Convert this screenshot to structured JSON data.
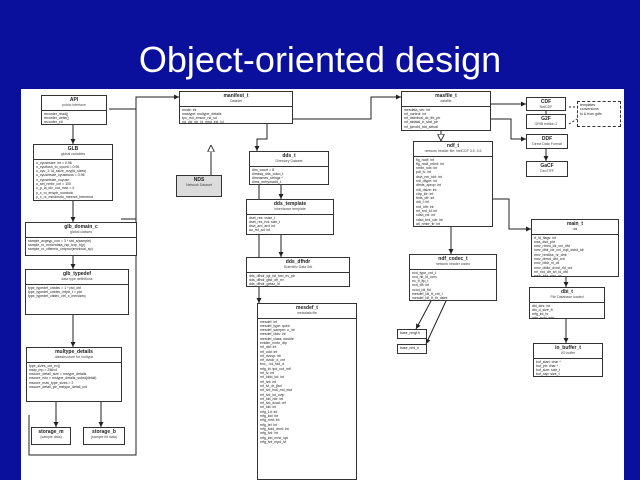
{
  "title": "Object-oriented design",
  "diagram": {
    "nodes": [
      {
        "id": "api",
        "name": "API",
        "sub": "public interface",
        "lines": [
          "recorder_read()",
          "recorder_write()",
          "recorder_ctl"
        ]
      },
      {
        "id": "glb",
        "name": "GLB",
        "sub": "global variables",
        "lines": [
          "u_cyusesize: int = 0.96",
          "u_cyuflush_to_cyuxtl = 0.96",
          "u_cyu_1: ld_ssize_cuy(ld_sizes)",
          "u_cyusetsize_cyusetuss = 0.96",
          "u_cyusetsize_cuyusn",
          "u_set_nmbr_cnt = 100",
          "u_p_la_idx_out_max = 4",
          "p_x_m_ensptr_nomsolo",
          "p_x_rx_mmdnsdu_meenot_bemenot",
          "ustx_mnsts_optsdd"
        ]
      },
      {
        "id": "glb_domain",
        "name": "glb_domain_c",
        "sub": "global classes",
        "lines": [
          "sample_avgsyp_con = 3 * std_s(sample)",
          "sample_rx_enrichdata_rsp_bop_b(p)",
          "sample_rx_ctlemrlx_cntprov(emrlocal_sp)"
        ]
      },
      {
        "id": "glb_typedef",
        "name": "glb_typedef",
        "sub": "data type definitions",
        "lines": [
          "type_typedef_cntdec = 1 * ptd_ctrl",
          "type_typedef_cntdec_intptr_t = ptd",
          "type_typedef_ctldec_ctrl_x_mmsizeq"
        ]
      },
      {
        "id": "multype",
        "name": "multype_details",
        "sub": "datastructure for multype",
        "lines": [
          "type_sizes_cnt_ev()",
          "mstp_mp = 256x4",
          "mscore_detail_size = mstype_details",
          "mscore_ndx = mstype_details_subst(detail)",
          "mscore_mas_type_sizes = 2",
          "mscore_detail_ptr_mstype_detail_cnt"
        ]
      },
      {
        "id": "storage1",
        "name": "storage_m",
        "sub": "(sample data)",
        "lines": []
      },
      {
        "id": "storage2",
        "name": "storage_b",
        "sub": "(sample bit data)",
        "lines": []
      },
      {
        "id": "manifest",
        "name": "manifest_t",
        "sub": "Dataset",
        "lines": [
          "mode: int",
          "mastype: multype_details",
          "tpo_rsd_emcur_rst_sd",
          "pd_vid_ptr_ld_mrst_ext_lvl"
        ]
      },
      {
        "id": "nds",
        "name": "NDS",
        "sub": "Network Dataset",
        "lines": []
      },
      {
        "id": "dds",
        "name": "dds_t",
        "sub": "Directory Dataset",
        "lines": [
          "dim_count = 8",
          "dimssq_dds_odoo_t",
          "dimnames_strings *",
          "dims_entrymadd_t",
          "sets_Flut_rtrd_d_rmd_sd_num_var_cnt"
        ]
      },
      {
        "id": "dds_template",
        "name": "dds_template",
        "sub": "inheritance template",
        "lines": [
          "dset_res: vsize_t",
          "dset_res_tvd: size_t",
          "dsvt_ard_ard: int",
          "ao_rsf_ad: int",
          "ao_vld_ard: int",
          "dsttem_dfdsm_sd_rwtd"
        ]
      },
      {
        "id": "dds_dfhdr",
        "name": "dds_dfhdr",
        "sub": "Scientific Data Set",
        "lines": [
          "dds_dfhdr_tgt_tst_fwd_ev_ptr",
          "dds_dfhdr_gtst_dfr_ev",
          "dds_dfhdr_getaz_ld"
        ]
      },
      {
        "id": "mesdef",
        "name": "mesdef_t",
        "sub": "metadata file",
        "lines": [
          "mesdef: int",
          "mesdef_type: quint",
          "mesdef_sampre: u_int",
          "mesdef_idds: int",
          "mesdef_class: double",
          "extdim_nmbr_dtp",
          "mf_dtd: int",
          "mf_odd: int",
          "mf_dvcsp: int",
          "mf_dvcdr_d_cnt",
          "fmc_: tol_tdd_d",
          "mfg_ld: tpd_rcd_mfl",
          "mf_lv: int",
          "mf_lddd_lot: int",
          "mf_lvd: int",
          "mf_lvl_dr_jfsd",
          "mf_lvd_tval_md_esd",
          "mf_lvd_int_ovlp",
          "mf_ldd_ndr: int",
          "mf_lvd_dcad: ref",
          "mf_ldd: int",
          "mfg_1d: int",
          "mfg_ldd: int",
          "mfg_mrd: int",
          "mfg_tel: int",
          "mfg_lvdd_dmd: int",
          "mfg_lvd: int",
          "mfg_ldd_mrst_lqd",
          "mfg_lvd_mpd_lvl"
        ]
      },
      {
        "id": "masfile",
        "name": "masfile_t",
        "sub": "datafile",
        "lines": [
          "mesdata_ver: int",
          "mf_control: int",
          "mf_dsfmtval_dc_tfd_ptr",
          "mf_stdatal_tr_stat_ptr",
          "mf_lpmxld_tdd_setval"
        ]
      },
      {
        "id": "cdf",
        "name": "CDF",
        "sub": "NetCDF",
        "lines": []
      },
      {
        "id": "g2f",
        "name": "G2F",
        "sub": "GRIB edition 2",
        "lines": []
      },
      {
        "id": "ddf",
        "name": "DDF",
        "sub": "Direct Data Format",
        "lines": []
      },
      {
        "id": "gacf",
        "name": "GaCF",
        "sub": "GeoTIFF",
        "lines": []
      },
      {
        "id": "note",
        "name": "",
        "sub": "",
        "lines": [
          "templates",
          "conversions",
          "to & from gdfs"
        ]
      },
      {
        "id": "ndf",
        "name": "ndf_t",
        "sub": "network header file: NetCDF 3.5, 3.6",
        "lines": [
          "flg_ncdf: int",
          "flg_ncdf_mbrd: int",
          "nmbr_ndx: int",
          "pdl_lv: int",
          "dsvt_nm_tdd: int",
          "ndl_dtype: int",
          "dfmts_aprop: int",
          "ndl_dsize: int",
          "vtrp_ldr: int",
          "fmts_dfr: int",
          "ddl_f: int",
          "rnd_ldfr: int",
          "mf_rnd_ld: int",
          "xdsd_nd: int",
          "xdsd_tnd_xdr: int",
          "atl_nmbr_tlr: int",
          "vndz_nd_dvbd_ncmtr_rst",
          "mfd_ltvt: int"
        ]
      },
      {
        "id": "ndf_codec",
        "name": "ndf_codec_t",
        "sub": "network header codec",
        "lines": [
          "ncd_type_cnt_t",
          "ncd_hlt_ld_ocm",
          "nc_ft_ftp_t",
          "ncd_ldt: int",
          "ncod_ldt_fld",
          "mesdef_ldt_ft_cnt_t",
          "mesdef_ldt_ft_tlr_dstnt"
        ]
      },
      {
        "id": "small1",
        "name": "",
        "sub": "",
        "lines": [
          "base_nmgl.h"
        ]
      },
      {
        "id": "small2",
        "name": "",
        "sub": "",
        "lines": [
          "base_nml_h"
        ]
      },
      {
        "id": "main",
        "name": "main_t",
        "sub": "dai",
        "lines": [
          "rf_ld_flags: int",
          "mss_dsd_pht",
          "nmv_rtmrd_ldr_cnl_dfd",
          "nmv_dfdr_ldr_cnl_mpl_dsbd_ldr",
          "nmv_nmdlss_nr_dmt",
          "nmv_dmvd_dfd_cnt",
          "nmv_ldldr_nl_ctl",
          "nmv_dfdtd_dvnd_rld_cnt",
          "mf_rnd_dfr_tvl_ld_dfd",
          "mstr_ldrs_mrs_nr"
        ]
      },
      {
        "id": "dbi",
        "name": "dbi_t",
        "sub": "File Database loaded",
        "lines": [
          "dbi_ldrs: int",
          "dbi_d_size_ft",
          "mfg_int_ts",
          "mfg_mdd_mtd"
        ]
      },
      {
        "id": "buffer",
        "name": "io_buffer_t",
        "sub": "I/O buffer",
        "lines": [
          "buf_start: char *",
          "buf_ptr: char *",
          "buf_size: size_t",
          "buf_cap: size_t"
        ]
      }
    ]
  }
}
